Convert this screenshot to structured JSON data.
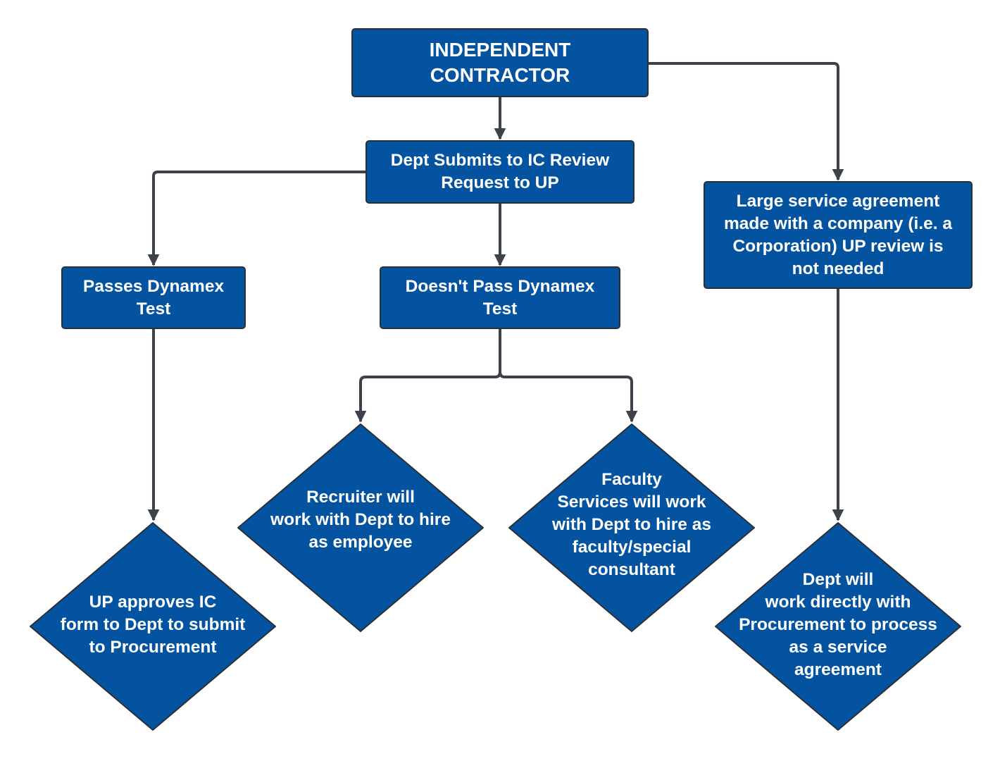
{
  "colors": {
    "fill": "#0453a0",
    "stroke": "#2b2f36",
    "connector": "#3d424a",
    "text": "#ffffff"
  },
  "nodes": {
    "root": "INDEPENDENT\nCONTRACTOR",
    "dept_submits": "Dept Submits to IC Review\nRequest to UP",
    "large_service": "Large service agreement\nmade with a company (i.e. a\nCorporation) UP review is\nnot needed",
    "passes": "Passes Dynamex\nTest",
    "doesnt_pass": "Doesn't Pass Dynamex\nTest",
    "recruiter": "Recruiter will\nwork with Dept to hire\nas employee",
    "faculty": "Faculty\nServices will work\nwith Dept to hire as\nfaculty/special\nconsultant",
    "up_approves": "UP approves IC\nform to Dept to submit\nto Procurement",
    "dept_will": "Dept will\nwork directly with\nProcurement to process\nas a service\nagreement"
  }
}
